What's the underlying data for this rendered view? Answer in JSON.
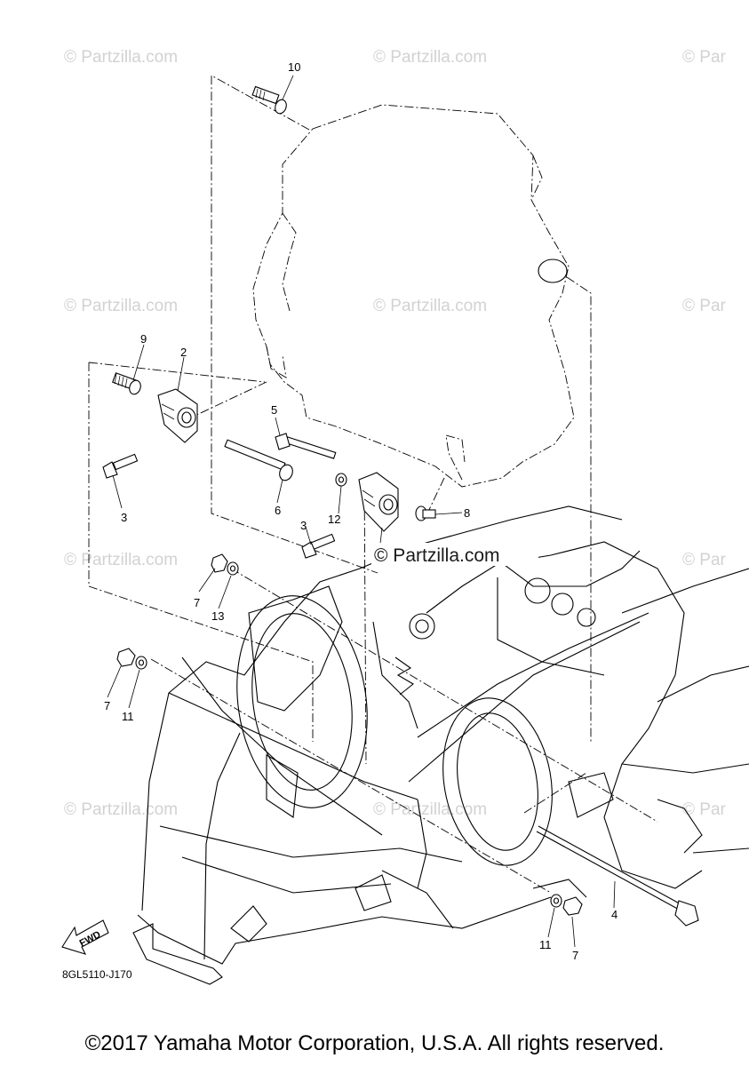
{
  "watermarks": {
    "text": "© Partzilla.com",
    "edge_text": "© Par",
    "center_text": "© Partzilla.com"
  },
  "callouts": {
    "c10": "10",
    "c9": "9",
    "c2": "2",
    "c5": "5",
    "c3a": "3",
    "c6": "6",
    "c12": "12",
    "c8": "8",
    "c3b": "3",
    "c7a": "7",
    "c13": "13",
    "c7b": "7",
    "c11a": "11",
    "c4": "4",
    "c11b": "11",
    "c7c": "7"
  },
  "fwd_label": "FWD",
  "diagram_code": "8GL5110-J170",
  "copyright": "©2017 Yamaha Motor Corporation, U.S.A. All rights reserved.",
  "colors": {
    "watermark": "#d2d2d2",
    "line": "#000000",
    "background": "#ffffff"
  }
}
